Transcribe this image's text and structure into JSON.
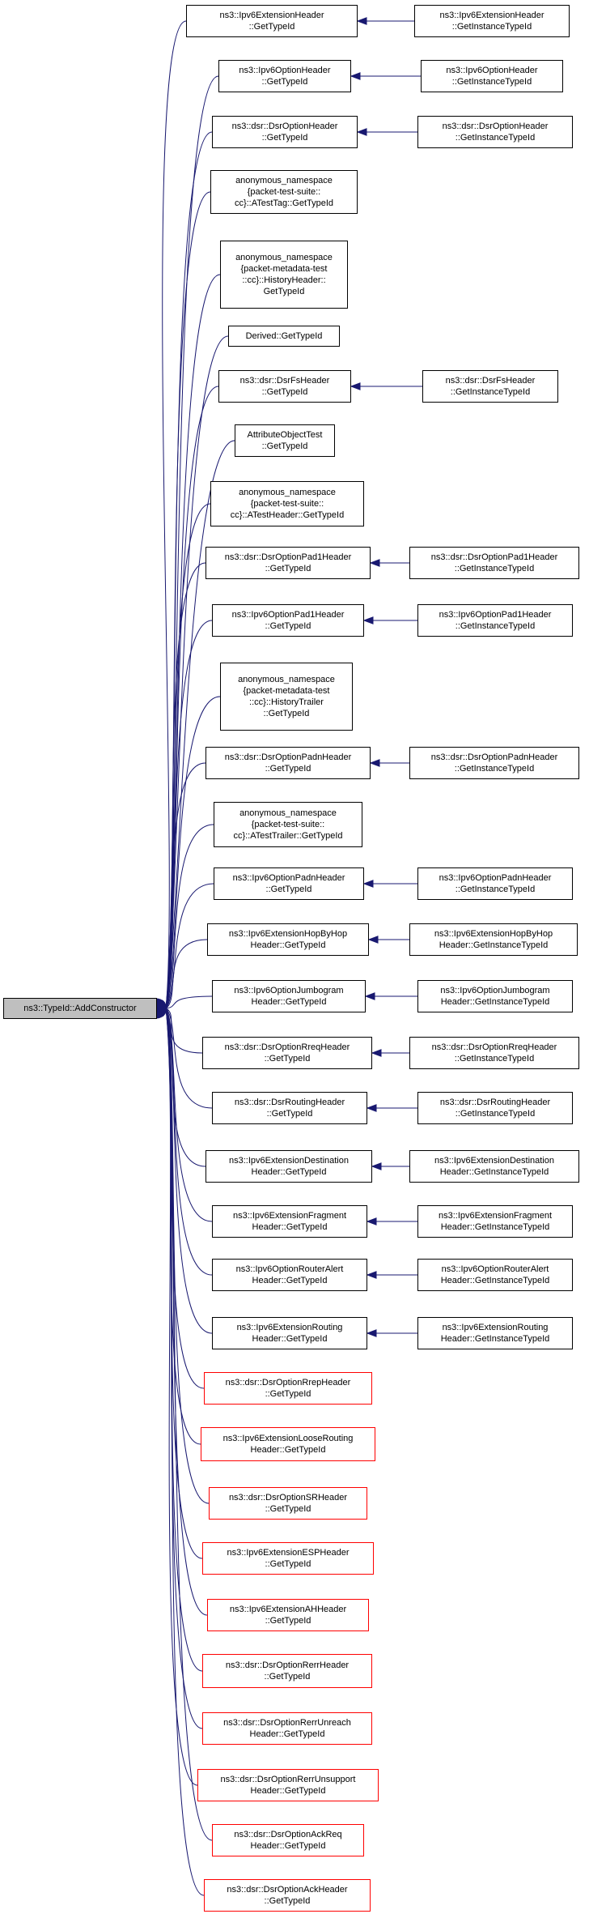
{
  "colors": {
    "edge": "#191970",
    "border": "#000000",
    "incomplete_border": "#ff0000",
    "root_fill": "#bfbfbf"
  },
  "root": {
    "label": "ns3::TypeId::AddConstructor"
  },
  "callers": [
    {
      "id": "c0",
      "label": "ns3::Ipv6ExtensionHeader\n::GetTypeId",
      "red": false,
      "child": "ns3::Ipv6ExtensionHeader\n::GetInstanceTypeId"
    },
    {
      "id": "c1",
      "label": "ns3::Ipv6OptionHeader\n::GetTypeId",
      "red": false,
      "child": "ns3::Ipv6OptionHeader\n::GetInstanceTypeId"
    },
    {
      "id": "c2",
      "label": "ns3::dsr::DsrOptionHeader\n::GetTypeId",
      "red": false,
      "child": "ns3::dsr::DsrOptionHeader\n::GetInstanceTypeId"
    },
    {
      "id": "c3",
      "label": "anonymous_namespace\n{packet-test-suite::\ncc}::ATestTag::GetTypeId",
      "red": false,
      "child": null
    },
    {
      "id": "c4",
      "label": "anonymous_namespace\n{packet-metadata-test\n::cc}::HistoryHeader::\nGetTypeId",
      "red": false,
      "child": null
    },
    {
      "id": "c5",
      "label": "Derived::GetTypeId",
      "red": false,
      "child": null
    },
    {
      "id": "c6",
      "label": "ns3::dsr::DsrFsHeader\n::GetTypeId",
      "red": false,
      "child": "ns3::dsr::DsrFsHeader\n::GetInstanceTypeId"
    },
    {
      "id": "c7",
      "label": "AttributeObjectTest\n::GetTypeId",
      "red": false,
      "child": null
    },
    {
      "id": "c8",
      "label": "anonymous_namespace\n{packet-test-suite::\ncc}::ATestHeader::GetTypeId",
      "red": false,
      "child": null
    },
    {
      "id": "c9",
      "label": "ns3::dsr::DsrOptionPad1Header\n::GetTypeId",
      "red": false,
      "child": "ns3::dsr::DsrOptionPad1Header\n::GetInstanceTypeId"
    },
    {
      "id": "c10",
      "label": "ns3::Ipv6OptionPad1Header\n::GetTypeId",
      "red": false,
      "child": "ns3::Ipv6OptionPad1Header\n::GetInstanceTypeId"
    },
    {
      "id": "c11",
      "label": "anonymous_namespace\n{packet-metadata-test\n::cc}::HistoryTrailer\n::GetTypeId",
      "red": false,
      "child": null
    },
    {
      "id": "c12",
      "label": "ns3::dsr::DsrOptionPadnHeader\n::GetTypeId",
      "red": false,
      "child": "ns3::dsr::DsrOptionPadnHeader\n::GetInstanceTypeId"
    },
    {
      "id": "c13",
      "label": "anonymous_namespace\n{packet-test-suite::\ncc}::ATestTrailer::GetTypeId",
      "red": false,
      "child": null
    },
    {
      "id": "c14",
      "label": "ns3::Ipv6OptionPadnHeader\n::GetTypeId",
      "red": false,
      "child": "ns3::Ipv6OptionPadnHeader\n::GetInstanceTypeId"
    },
    {
      "id": "c15",
      "label": "ns3::Ipv6ExtensionHopByHop\nHeader::GetTypeId",
      "red": false,
      "child": "ns3::Ipv6ExtensionHopByHop\nHeader::GetInstanceTypeId"
    },
    {
      "id": "c16",
      "label": "ns3::Ipv6OptionJumbogram\nHeader::GetTypeId",
      "red": false,
      "child": "ns3::Ipv6OptionJumbogram\nHeader::GetInstanceTypeId"
    },
    {
      "id": "c17",
      "label": "ns3::dsr::DsrOptionRreqHeader\n::GetTypeId",
      "red": false,
      "child": "ns3::dsr::DsrOptionRreqHeader\n::GetInstanceTypeId"
    },
    {
      "id": "c18",
      "label": "ns3::dsr::DsrRoutingHeader\n::GetTypeId",
      "red": false,
      "child": "ns3::dsr::DsrRoutingHeader\n::GetInstanceTypeId"
    },
    {
      "id": "c19",
      "label": "ns3::Ipv6ExtensionDestination\nHeader::GetTypeId",
      "red": false,
      "child": "ns3::Ipv6ExtensionDestination\nHeader::GetInstanceTypeId"
    },
    {
      "id": "c20",
      "label": "ns3::Ipv6ExtensionFragment\nHeader::GetTypeId",
      "red": false,
      "child": "ns3::Ipv6ExtensionFragment\nHeader::GetInstanceTypeId"
    },
    {
      "id": "c21",
      "label": "ns3::Ipv6OptionRouterAlert\nHeader::GetTypeId",
      "red": false,
      "child": "ns3::Ipv6OptionRouterAlert\nHeader::GetInstanceTypeId"
    },
    {
      "id": "c22",
      "label": "ns3::Ipv6ExtensionRouting\nHeader::GetTypeId",
      "red": false,
      "child": "ns3::Ipv6ExtensionRouting\nHeader::GetInstanceTypeId"
    },
    {
      "id": "c23",
      "label": "ns3::dsr::DsrOptionRrepHeader\n::GetTypeId",
      "red": true,
      "child": null
    },
    {
      "id": "c24",
      "label": "ns3::Ipv6ExtensionLooseRouting\nHeader::GetTypeId",
      "red": true,
      "child": null
    },
    {
      "id": "c25",
      "label": "ns3::dsr::DsrOptionSRHeader\n::GetTypeId",
      "red": true,
      "child": null
    },
    {
      "id": "c26",
      "label": "ns3::Ipv6ExtensionESPHeader\n::GetTypeId",
      "red": true,
      "child": null
    },
    {
      "id": "c27",
      "label": "ns3::Ipv6ExtensionAHHeader\n::GetTypeId",
      "red": true,
      "child": null
    },
    {
      "id": "c28",
      "label": "ns3::dsr::DsrOptionRerrHeader\n::GetTypeId",
      "red": true,
      "child": null
    },
    {
      "id": "c29",
      "label": "ns3::dsr::DsrOptionRerrUnreach\nHeader::GetTypeId",
      "red": true,
      "child": null
    },
    {
      "id": "c30",
      "label": "ns3::dsr::DsrOptionRerrUnsupport\nHeader::GetTypeId",
      "red": true,
      "child": null
    },
    {
      "id": "c31",
      "label": "ns3::dsr::DsrOptionAckReq\nHeader::GetTypeId",
      "red": true,
      "child": null
    },
    {
      "id": "c32",
      "label": "ns3::dsr::DsrOptionAckHeader\n::GetTypeId",
      "red": true,
      "child": null
    }
  ]
}
